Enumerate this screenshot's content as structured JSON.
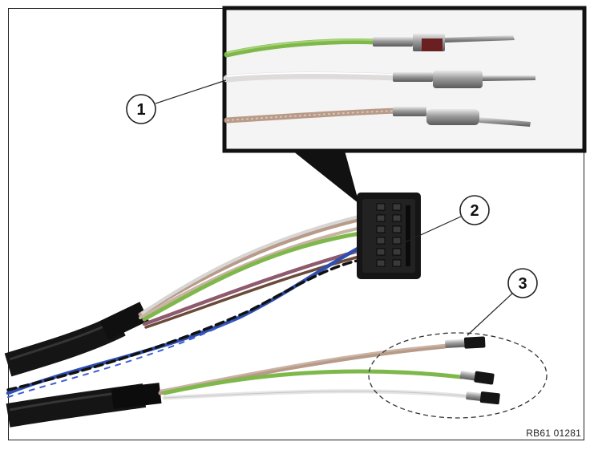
{
  "callouts": [
    {
      "label": "1"
    },
    {
      "label": "2"
    },
    {
      "label": "3"
    }
  ],
  "reference_code": "RB61 01281",
  "colors": {
    "green_wire": "#7fb84a",
    "white_wire": "#e6e4e4",
    "copper_wire": "#b89a88",
    "blue_wire": "#2f4fb0",
    "black_cable": "#1a1a1a",
    "magenta_wire": "#8e5a6e",
    "connector": "#151515"
  }
}
